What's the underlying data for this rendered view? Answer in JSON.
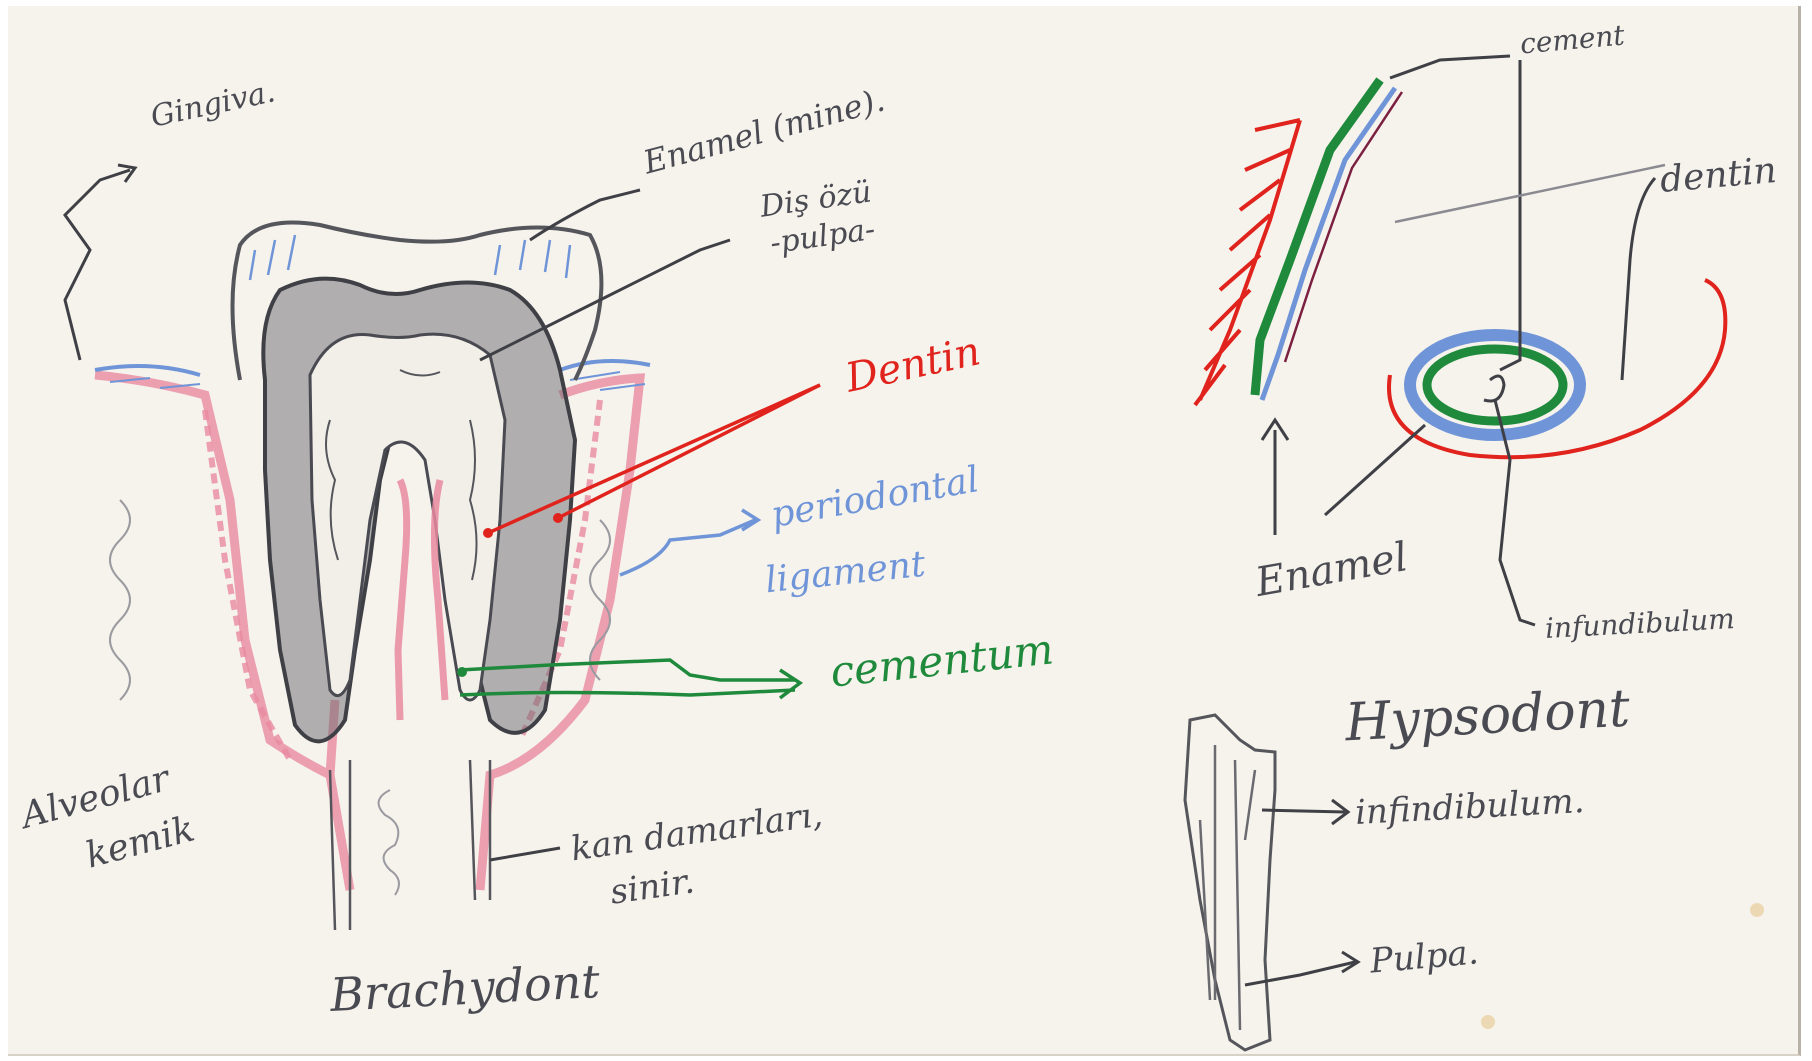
{
  "brachydont": {
    "title": "Brachydont",
    "labels": {
      "gingiva": "Gingiva.",
      "enamel": "Enamel (mine).",
      "dis_ozu_line1": "Diş özü",
      "dis_ozu_line2": "-pulpa-",
      "dentin": "Dentin",
      "periodontal_line1": "periodontal",
      "periodontal_line2": "ligament",
      "cementum": "cementum",
      "alveolar_line1": "Alveolar",
      "alveolar_line2": "kemik",
      "vessels_line1": "kan damarları,",
      "vessels_line2": "sinir."
    }
  },
  "hypsodont": {
    "title": "Hypsodont",
    "labels": {
      "cement": "cement",
      "dentin": "dentin",
      "enamel": "Enamel",
      "infundibulum": "infundibulum",
      "infundibulum_side": "infindibulum.",
      "pulpa": "Pulpa."
    }
  },
  "colors": {
    "paper": "#f6f3ec",
    "pencil": "#4a4a52",
    "dentin_red": "#e0231c",
    "ligament_blue": "#6f95d8",
    "cementum_green": "#1f8a3c",
    "gingiva_pink": "#e98aa0"
  }
}
